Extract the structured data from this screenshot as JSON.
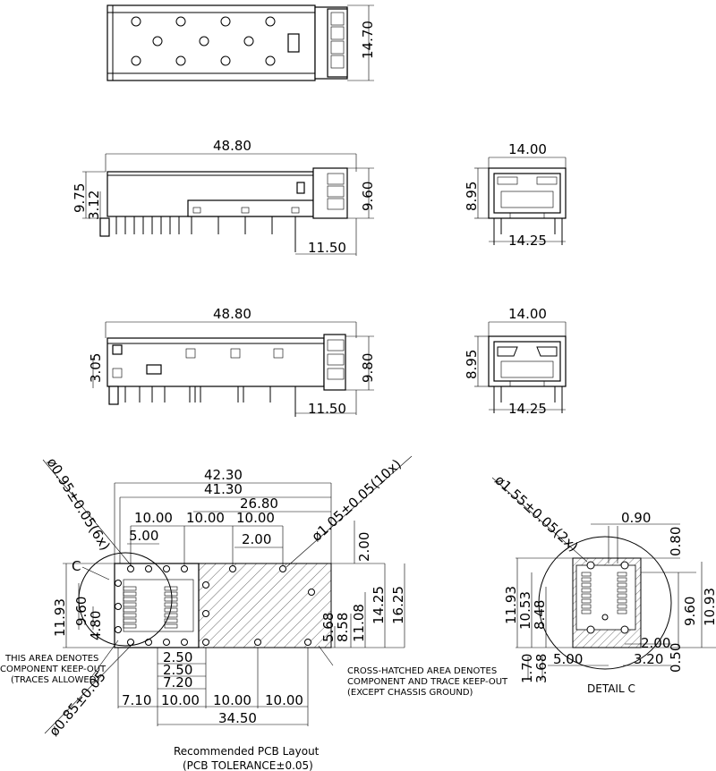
{
  "top_view": {
    "dim_height": "14.70"
  },
  "side_view_1": {
    "dim_length": "48.80",
    "dim_height_total": "9.75",
    "dim_height_low": "3.12",
    "dim_right": "9.60",
    "dim_tail": "11.50"
  },
  "end_view_1": {
    "dim_width_top": "14.00",
    "dim_height": "8.95",
    "dim_width_bottom": "14.25"
  },
  "side_view_2": {
    "dim_length": "48.80",
    "dim_height_low": "3.05",
    "dim_right": "9.80",
    "dim_tail": "11.50"
  },
  "end_view_2": {
    "dim_width_top": "14.00",
    "dim_height": "8.95",
    "dim_width_bottom": "14.25"
  },
  "pcb_layout": {
    "dims_top": [
      "42.30",
      "41.30",
      "26.80"
    ],
    "dims_pitch": [
      "10.00",
      "10.00",
      "10.00"
    ],
    "dim_5": "5.00",
    "dim_2": "2.00",
    "dim_2r": "2.00",
    "hole_large": "ø1.05±0.05(10x)",
    "hole_medium": "ø0.95±0.05(6x)",
    "hole_small": "ø0.85±0.05",
    "label_c": "C",
    "dims_left": [
      "11.93",
      "9.60",
      "4.80"
    ],
    "dims_right": [
      "5.68",
      "8.58",
      "11.08",
      "14.25",
      "16.25"
    ],
    "dims_bottom_small": [
      "2.50",
      "2.50",
      "7.20"
    ],
    "dims_bottom_row": [
      "7.10",
      "10.00",
      "10.00",
      "10.00"
    ],
    "dim_total_bottom": "34.50",
    "note_left": [
      "THIS AREA DENOTES",
      "COMPONENT KEEP-OUT",
      "(TRACES ALLOWED)"
    ],
    "note_right": [
      "CROSS-HATCHED AREA DENOTES",
      "COMPONENT AND TRACE KEEP-OUT",
      "(EXCEPT CHASSIS GROUND)"
    ],
    "caption": [
      "Recommended PCB Layout",
      "(PCB TOLERANCE±0.05)"
    ]
  },
  "detail_c": {
    "hole": "ø1.55±0.05(2x)",
    "dim_090": "0.90",
    "dim_080": "0.80",
    "dims_left": [
      "11.93",
      "10.53",
      "8.48",
      "1.70",
      "3.68"
    ],
    "dims_right": [
      "9.60",
      "10.93"
    ],
    "dim_500": "5.00",
    "dim_200": "2.00",
    "dim_050": "0.50",
    "dim_320": "3.20",
    "title": "DETAIL C"
  }
}
